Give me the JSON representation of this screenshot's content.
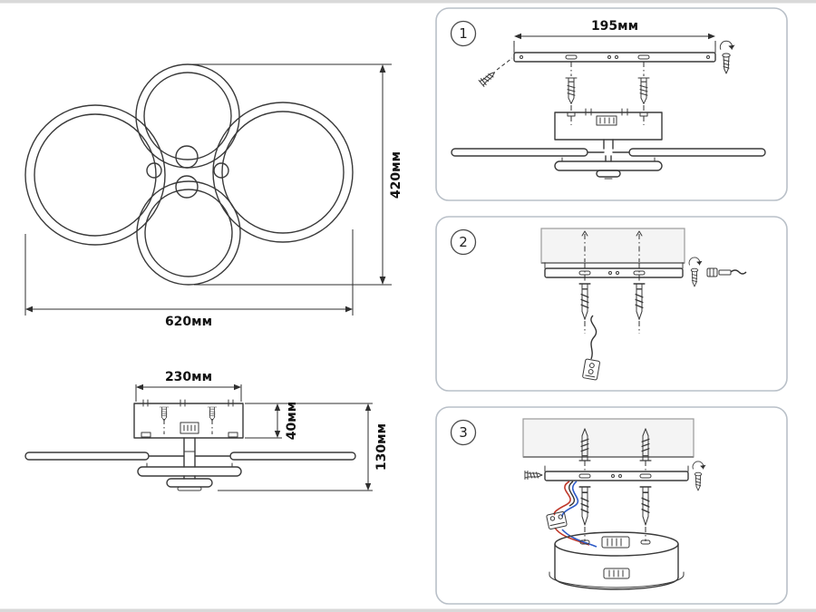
{
  "front_view": {
    "width": "620мм",
    "height": "420мм"
  },
  "side_view": {
    "width": "230мм",
    "canopy_height": "40мм",
    "total_height": "130мм"
  },
  "steps": {
    "one": {
      "number": "1",
      "bracket_width": "195мм"
    },
    "two": {
      "number": "2"
    },
    "three": {
      "number": "3"
    }
  },
  "colors": {
    "line": "#3a3a3a",
    "panel_border": "#b9c0c8",
    "wire_red": "#c0392b",
    "wire_blue": "#2e5bc7"
  }
}
